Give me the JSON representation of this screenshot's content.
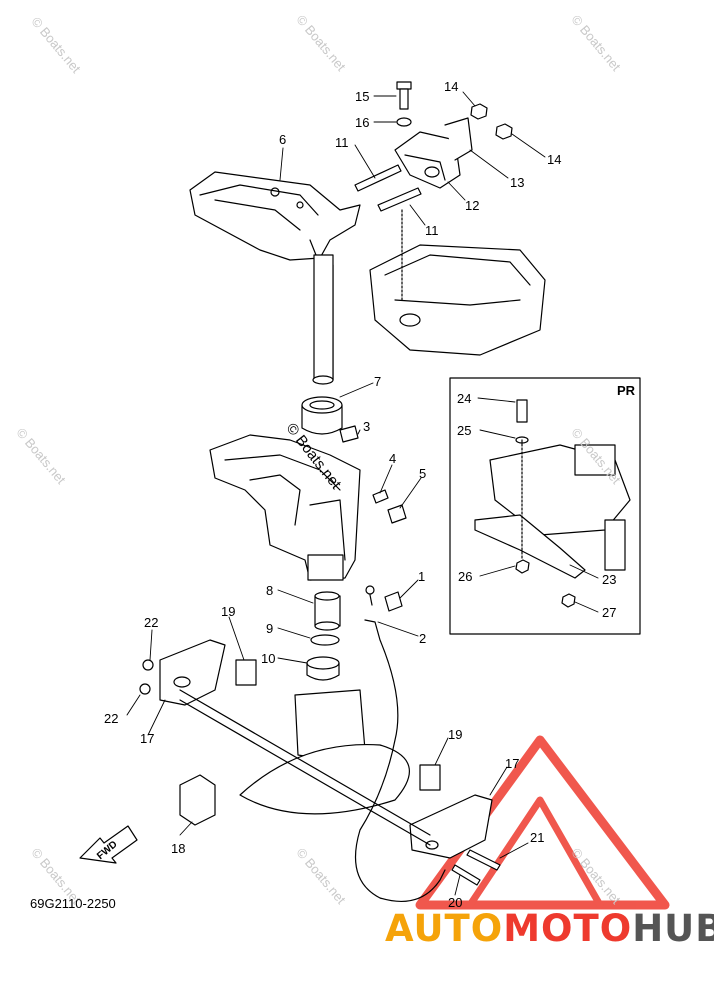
{
  "diagram": {
    "part_code": "69G2110-2250",
    "inset_label": "PR",
    "fwd_label": "FWD",
    "callouts": [
      {
        "id": "c1",
        "text": "1"
      },
      {
        "id": "c2",
        "text": "2"
      },
      {
        "id": "c3",
        "text": "3"
      },
      {
        "id": "c4",
        "text": "4"
      },
      {
        "id": "c5",
        "text": "5"
      },
      {
        "id": "c6",
        "text": "6"
      },
      {
        "id": "c7",
        "text": "7"
      },
      {
        "id": "c8",
        "text": "8"
      },
      {
        "id": "c9",
        "text": "9"
      },
      {
        "id": "c10",
        "text": "10"
      },
      {
        "id": "c11a",
        "text": "11"
      },
      {
        "id": "c11b",
        "text": "11"
      },
      {
        "id": "c12",
        "text": "12"
      },
      {
        "id": "c13",
        "text": "13"
      },
      {
        "id": "c14a",
        "text": "14"
      },
      {
        "id": "c14b",
        "text": "14"
      },
      {
        "id": "c15",
        "text": "15"
      },
      {
        "id": "c16",
        "text": "16"
      },
      {
        "id": "c17a",
        "text": "17"
      },
      {
        "id": "c17b",
        "text": "17"
      },
      {
        "id": "c18",
        "text": "18"
      },
      {
        "id": "c19a",
        "text": "19"
      },
      {
        "id": "c19b",
        "text": "19"
      },
      {
        "id": "c20",
        "text": "20"
      },
      {
        "id": "c21",
        "text": "21"
      },
      {
        "id": "c22a",
        "text": "22"
      },
      {
        "id": "c22b",
        "text": "22"
      },
      {
        "id": "c23",
        "text": "23"
      },
      {
        "id": "c24",
        "text": "24"
      },
      {
        "id": "c25",
        "text": "25"
      },
      {
        "id": "c26",
        "text": "26"
      },
      {
        "id": "c27",
        "text": "27"
      }
    ]
  },
  "watermark": {
    "text": "© Boats.net",
    "center_text": "© Boats.net"
  },
  "brand": {
    "part1": "AUTO",
    "part2": "MOTO",
    "part3": "HUB",
    "colors": {
      "auto": "#f5a30a",
      "moto": "#ee3a2e",
      "hub": "#555555",
      "triangle": "#ee3a2e"
    }
  }
}
